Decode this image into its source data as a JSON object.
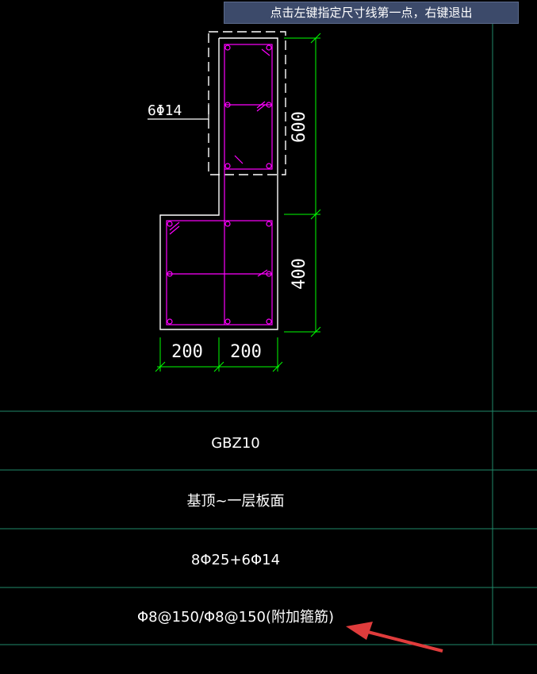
{
  "prompt": {
    "text": "点击左键指定尺寸线第一点，右键退出"
  },
  "drawing": {
    "label_6phi14": "6Φ14",
    "dimension_600": "600",
    "dimension_400": "400",
    "dimension_200_left": "200",
    "dimension_200_right": "200",
    "colors": {
      "outline": "#ffffff",
      "rebar": "#ff00ff",
      "dimension": "#00ff00",
      "grid": "#1f8a6a",
      "arrow": "#e03c3c",
      "background": "#000000"
    }
  },
  "table": {
    "rows": [
      {
        "label": "GBZ10"
      },
      {
        "label": "基顶~一层板面"
      },
      {
        "label": "8Φ25+6Φ14"
      },
      {
        "label": "Φ8@150/Φ8@150(附加箍筋)"
      }
    ]
  },
  "annotation": {
    "arrow_color": "#e03c3c"
  }
}
